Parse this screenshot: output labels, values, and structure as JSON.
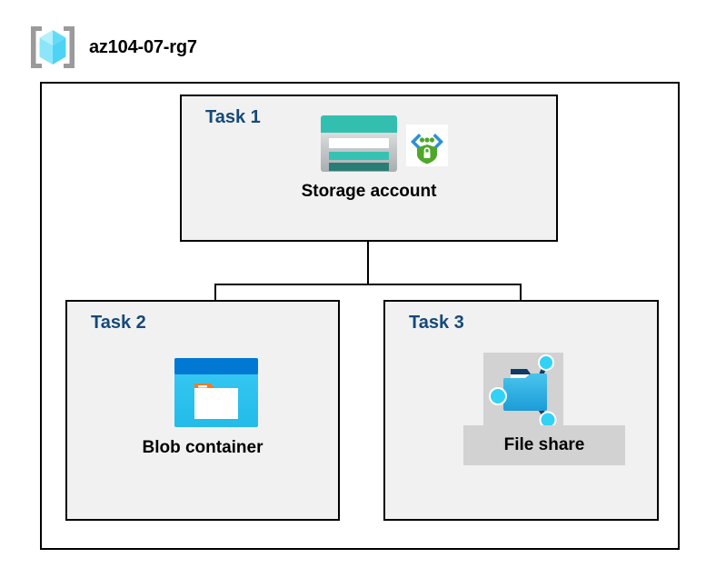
{
  "header": {
    "title": "az104-07-rg7",
    "icon": "resource-group-icon"
  },
  "diagram": {
    "boundary_label": "resource-group-boundary",
    "tasks": [
      {
        "label": "Task 1",
        "node_caption": "Storage account",
        "icons": [
          "storage-account-icon",
          "secure-endpoint-icon"
        ]
      },
      {
        "label": "Task 2",
        "node_caption": "Blob container",
        "icons": [
          "blob-container-icon"
        ]
      },
      {
        "label": "Task 3",
        "node_caption": "File share",
        "icons": [
          "file-share-icon"
        ]
      }
    ],
    "connections": [
      {
        "from": "Storage account",
        "to": "Blob container"
      },
      {
        "from": "Storage account",
        "to": "File share"
      }
    ]
  },
  "colors": {
    "task_label": "#15497A",
    "task_fill": "#F1F1F1",
    "border": "#000000",
    "highlight_plate": "#D2D2D2",
    "storage_teal": "#32BFB0",
    "storage_teal_dark": "#2A7D74",
    "blob_blue": "#0078D4",
    "blob_cyan": "#32C5F4",
    "blob_orange": "#F07B20",
    "fileshare_blue": "#32AEE0",
    "fileshare_navy": "#123A66",
    "node_cyan": "#32D2F5",
    "shield_green": "#4FA72A",
    "chevron_blue": "#2E8FD6",
    "rg_cube_cyan": "#5BE3FB",
    "rg_bracket_gray": "#9A9A9A"
  }
}
